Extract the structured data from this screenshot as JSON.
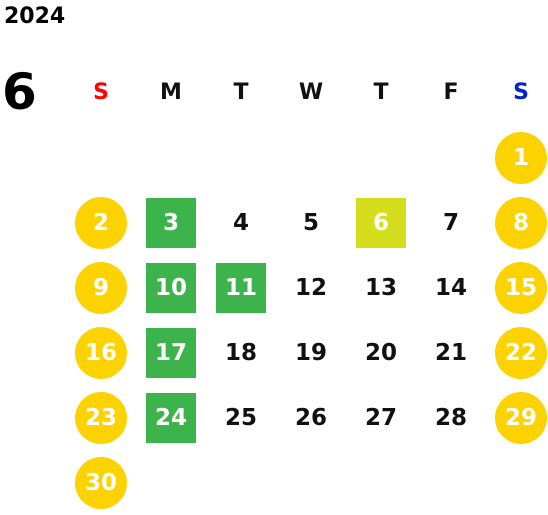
{
  "header": {
    "year": "2024",
    "month": "6"
  },
  "colors": {
    "sunday_label": "#ff0000",
    "saturday_label": "#0022cc",
    "weekend_circle": "#fcd200",
    "green_square": "#3cb44b",
    "lime_square": "#d4de1c"
  },
  "weekdays": [
    "S",
    "M",
    "T",
    "W",
    "T",
    "F",
    "S"
  ],
  "days": [
    {
      "label": "1",
      "col": 7,
      "row": 1,
      "style": "weekend"
    },
    {
      "label": "2",
      "col": 1,
      "row": 2,
      "style": "weekend"
    },
    {
      "label": "3",
      "col": 2,
      "row": 2,
      "style": "green"
    },
    {
      "label": "4",
      "col": 3,
      "row": 2,
      "style": "plain"
    },
    {
      "label": "5",
      "col": 4,
      "row": 2,
      "style": "plain"
    },
    {
      "label": "6",
      "col": 5,
      "row": 2,
      "style": "lime"
    },
    {
      "label": "7",
      "col": 6,
      "row": 2,
      "style": "plain"
    },
    {
      "label": "8",
      "col": 7,
      "row": 2,
      "style": "weekend"
    },
    {
      "label": "9",
      "col": 1,
      "row": 3,
      "style": "weekend"
    },
    {
      "label": "10",
      "col": 2,
      "row": 3,
      "style": "green"
    },
    {
      "label": "11",
      "col": 3,
      "row": 3,
      "style": "green"
    },
    {
      "label": "12",
      "col": 4,
      "row": 3,
      "style": "plain"
    },
    {
      "label": "13",
      "col": 5,
      "row": 3,
      "style": "plain"
    },
    {
      "label": "14",
      "col": 6,
      "row": 3,
      "style": "plain"
    },
    {
      "label": "15",
      "col": 7,
      "row": 3,
      "style": "weekend"
    },
    {
      "label": "16",
      "col": 1,
      "row": 4,
      "style": "weekend"
    },
    {
      "label": "17",
      "col": 2,
      "row": 4,
      "style": "green"
    },
    {
      "label": "18",
      "col": 3,
      "row": 4,
      "style": "plain"
    },
    {
      "label": "19",
      "col": 4,
      "row": 4,
      "style": "plain"
    },
    {
      "label": "20",
      "col": 5,
      "row": 4,
      "style": "plain"
    },
    {
      "label": "21",
      "col": 6,
      "row": 4,
      "style": "plain"
    },
    {
      "label": "22",
      "col": 7,
      "row": 4,
      "style": "weekend"
    },
    {
      "label": "23",
      "col": 1,
      "row": 5,
      "style": "weekend"
    },
    {
      "label": "24",
      "col": 2,
      "row": 5,
      "style": "green"
    },
    {
      "label": "25",
      "col": 3,
      "row": 5,
      "style": "plain"
    },
    {
      "label": "26",
      "col": 4,
      "row": 5,
      "style": "plain"
    },
    {
      "label": "27",
      "col": 5,
      "row": 5,
      "style": "plain"
    },
    {
      "label": "28",
      "col": 6,
      "row": 5,
      "style": "plain"
    },
    {
      "label": "29",
      "col": 7,
      "row": 5,
      "style": "weekend"
    },
    {
      "label": "30",
      "col": 1,
      "row": 6,
      "style": "weekend"
    }
  ]
}
